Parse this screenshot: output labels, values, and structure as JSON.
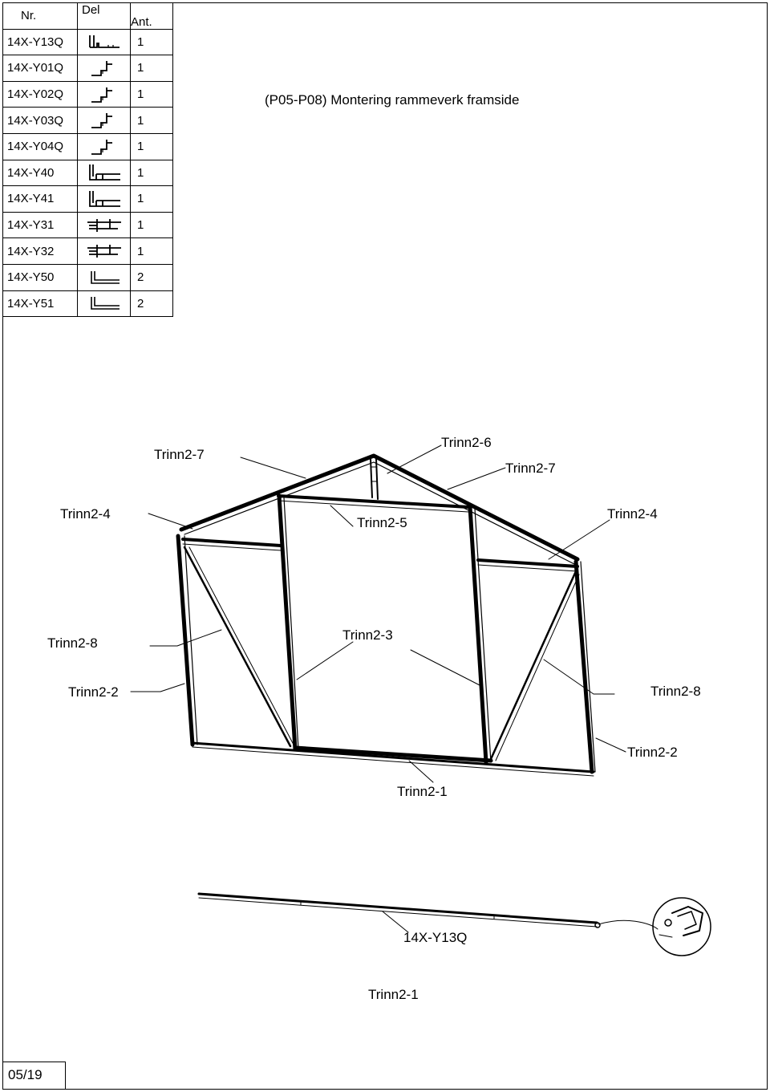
{
  "parts_table": {
    "headers": {
      "nr": "Nr.",
      "del": "Del",
      "ant": "Ant."
    },
    "rows": [
      {
        "nr": "14X-Y13Q",
        "profile_icon": "profile-y13q-icon",
        "ant": "1"
      },
      {
        "nr": "14X-Y01Q",
        "profile_icon": "profile-step-icon",
        "ant": "1"
      },
      {
        "nr": "14X-Y02Q",
        "profile_icon": "profile-step-icon",
        "ant": "1"
      },
      {
        "nr": "14X-Y03Q",
        "profile_icon": "profile-step-icon",
        "ant": "1"
      },
      {
        "nr": "14X-Y04Q",
        "profile_icon": "profile-step-icon",
        "ant": "1"
      },
      {
        "nr": "14X-Y40",
        "profile_icon": "profile-corner-icon",
        "ant": "1"
      },
      {
        "nr": "14X-Y41",
        "profile_icon": "profile-corner-icon",
        "ant": "1"
      },
      {
        "nr": "14X-Y31",
        "profile_icon": "profile-h-icon",
        "ant": "1"
      },
      {
        "nr": "14X-Y32",
        "profile_icon": "profile-h-icon",
        "ant": "1"
      },
      {
        "nr": "14X-Y50",
        "profile_icon": "profile-angle-icon",
        "ant": "2"
      },
      {
        "nr": "14X-Y51",
        "profile_icon": "profile-angle-icon",
        "ant": "2"
      }
    ]
  },
  "title": "(P05-P08) Montering rammeverk framside",
  "labels": {
    "trinn2_7_left": "Trinn2-7",
    "trinn2_6": "Trinn2-6",
    "trinn2_7_right": "Trinn2-7",
    "trinn2_4_left": "Trinn2-4",
    "trinn2_5": "Trinn2-5",
    "trinn2_4_right": "Trinn2-4",
    "trinn2_8_left": "Trinn2-8",
    "trinn2_3": "Trinn2-3",
    "trinn2_2_left": "Trinn2-2",
    "trinn2_8_right": "Trinn2-8",
    "trinn2_2_right": "Trinn2-2",
    "trinn2_1": "Trinn2-1",
    "part_14x_y13q": "14X-Y13Q",
    "trinn2_1_bottom": "Trinn2-1"
  },
  "page_number": "05/19"
}
